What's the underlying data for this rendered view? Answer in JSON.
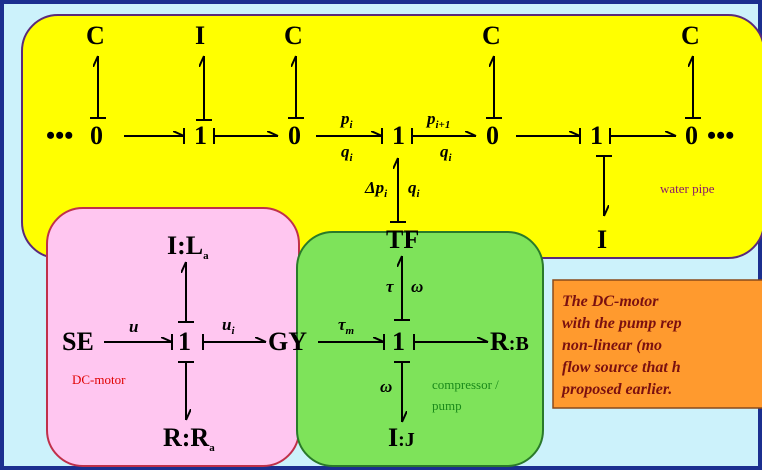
{
  "colors": {
    "background": "#ccf2fb",
    "frame": "#1b2f8f",
    "water_region": "#ffff00",
    "dc_motor_region": "#ffc6f0",
    "pump_region": "#7ee35a",
    "note_box": "#ff9a2e",
    "note_text": "#7a1010",
    "dc_motor_label": "#e00000",
    "pipe_label": "#8a1a6a",
    "pump_label": "#1a8a1a"
  },
  "regions": {
    "water_pipe_label": "water pipe",
    "dc_motor_label": "DC-motor",
    "pump_label_line1": "compressor /",
    "pump_label_line2": "pump"
  },
  "nodes": {
    "ellipsis_left": "•••",
    "ellipsis_right": "•••",
    "zero": "0",
    "one": "1",
    "C": "C",
    "I": "I",
    "TF": "TF",
    "SE": "SE",
    "GY": "GY",
    "IJ_main": "I",
    "IJ_suffix": ":J",
    "RB_main": "R",
    "RB_suffix": ":B",
    "IL_main": "I:L",
    "IL_sub": "a",
    "RR_main": "R:R",
    "RR_sub": "a"
  },
  "labels": {
    "p_i": "p",
    "p_i_sub": "i",
    "q_i": "q",
    "q_i_sub": "i",
    "p_next": "p",
    "p_next_sub": "i+1",
    "q_next": "q",
    "q_next_sub": "i",
    "delta_p": "Δp",
    "delta_p_sub": "i",
    "q_vert": "q",
    "q_vert_sub": "i",
    "tau": "τ",
    "omega": "ω",
    "tau_m": "τ",
    "tau_m_sub": "m",
    "omega_low": "ω",
    "u": "u",
    "u_i": "u",
    "u_i_sub": "i"
  },
  "note": {
    "lines": [
      "The   DC-motor",
      "with the pump rep",
      "non-linear     (mo",
      "flow source that h",
      "proposed earlier."
    ]
  }
}
